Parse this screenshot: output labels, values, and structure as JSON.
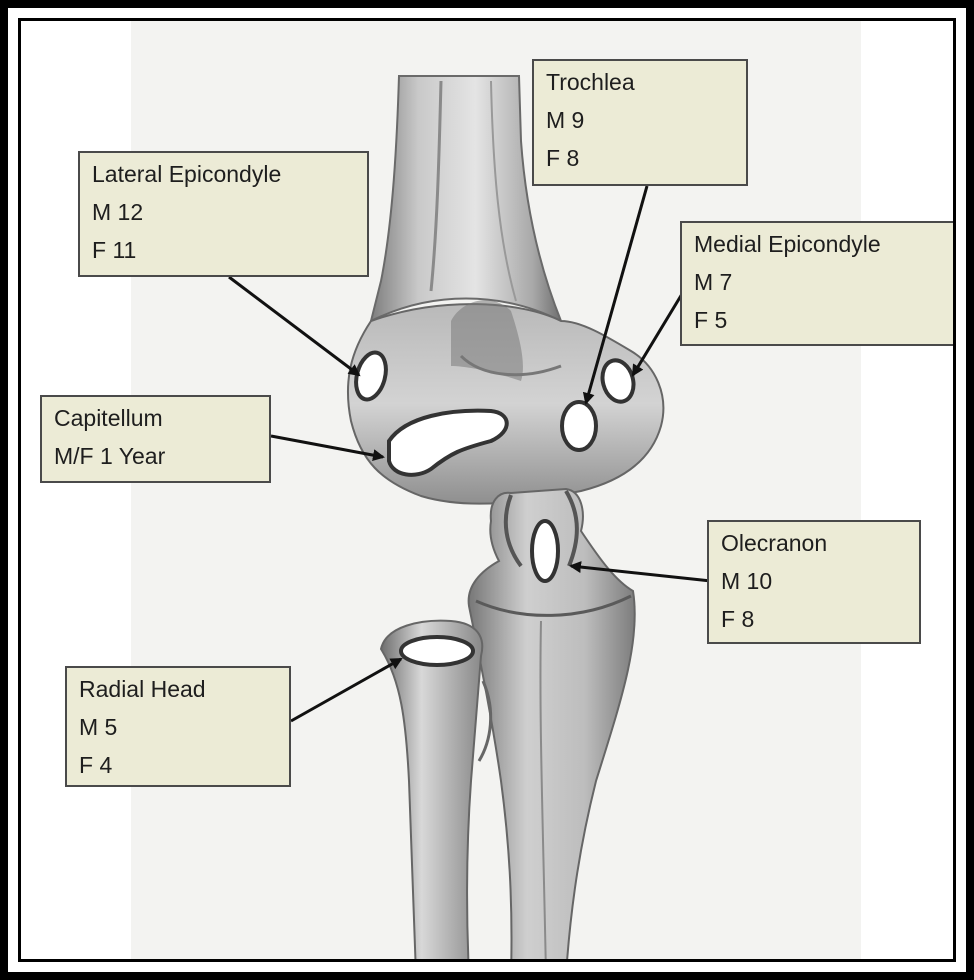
{
  "labels": {
    "trochlea": {
      "title": "Trochlea",
      "male": "M 9",
      "female": "F 8"
    },
    "lateral_epicondyle": {
      "title": "Lateral Epicondyle",
      "male": "M 12",
      "female": "F 11"
    },
    "medial_epicondyle": {
      "title": "Medial Epicondyle",
      "male": "M 7",
      "female": "F 5"
    },
    "capitellum": {
      "title": "Capitellum",
      "age": "M/F 1 Year"
    },
    "olecranon": {
      "title": "Olecranon",
      "male": "M 10",
      "female": "F 8"
    },
    "radial_head": {
      "title": "Radial Head",
      "male": "M 5",
      "female": "F 4"
    }
  },
  "colors": {
    "label_fill": "#ecebd6",
    "label_border": "#4a4a4a",
    "bone_shade": "#8a8a8a",
    "arrow": "#111111"
  }
}
